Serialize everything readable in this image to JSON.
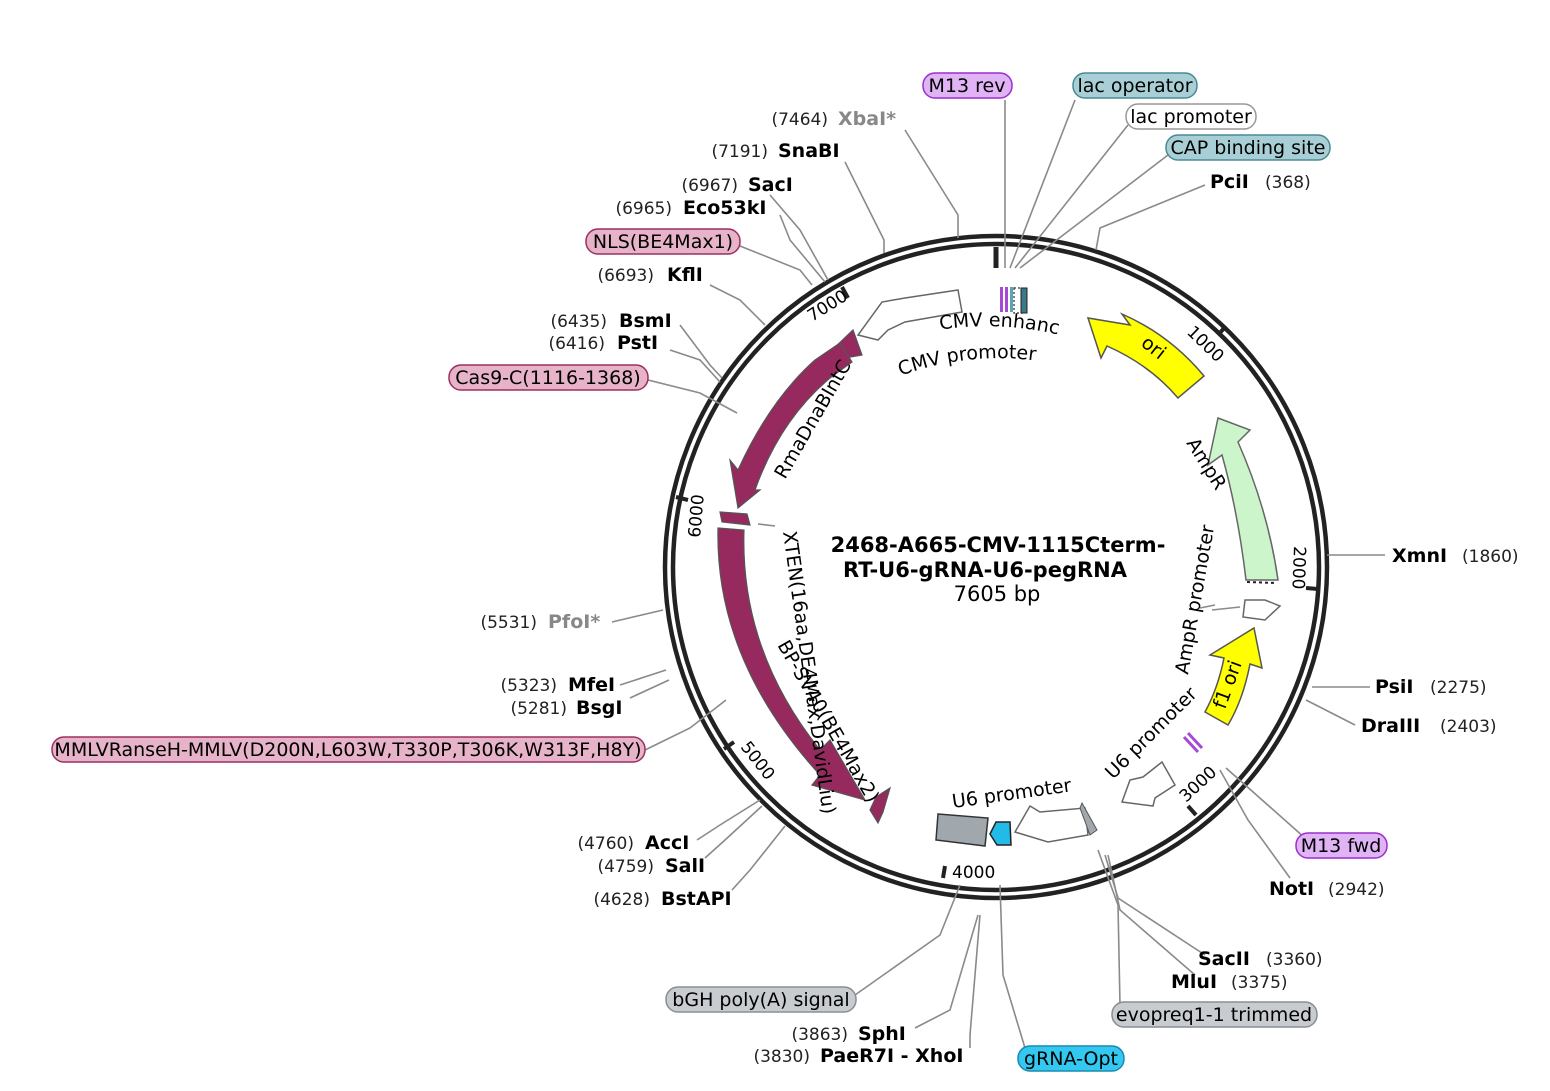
{
  "plasmid": {
    "name_line1": "2468-A665-CMV-1115Cterm-",
    "name_line2": "RT-U6-gRNA-U6-pegRNA",
    "length_label": "7605 bp",
    "length": 7605
  },
  "ticks": [
    "1000",
    "2000",
    "3000",
    "4000",
    "5000",
    "6000",
    "7000"
  ],
  "sites": [
    {
      "name": "XbaI*",
      "pos": "(7464)",
      "dim": true
    },
    {
      "name": "SnaBI",
      "pos": "(7191)"
    },
    {
      "name": "SacI",
      "pos": "(6967)"
    },
    {
      "name": "Eco53kI",
      "pos": "(6965)"
    },
    {
      "name": "KflI",
      "pos": "(6693)"
    },
    {
      "name": "BsmI",
      "pos": "(6435)"
    },
    {
      "name": "PstI",
      "pos": "(6416)"
    },
    {
      "name": "PfoI*",
      "pos": "(5531)",
      "dim": true
    },
    {
      "name": "MfeI",
      "pos": "(5323)"
    },
    {
      "name": "BsgI",
      "pos": "(5281)"
    },
    {
      "name": "AccI",
      "pos": "(4760)"
    },
    {
      "name": "SalI",
      "pos": "(4759)"
    },
    {
      "name": "BstAPI",
      "pos": "(4628)"
    },
    {
      "name": "SphI",
      "pos": "(3863)"
    },
    {
      "name": "PaeR7I - XhoI",
      "pos": "(3830)"
    },
    {
      "name": "PciI",
      "pos": "(368)"
    },
    {
      "name": "XmnI",
      "pos": "(1860)"
    },
    {
      "name": "PsiI",
      "pos": "(2275)"
    },
    {
      "name": "DraIII",
      "pos": "(2403)"
    },
    {
      "name": "NotI",
      "pos": "(2942)"
    },
    {
      "name": "SacII",
      "pos": "(3360)"
    },
    {
      "name": "MluI",
      "pos": "(3375)"
    }
  ],
  "badges": [
    {
      "label": "M13 rev",
      "color": "#e0b3f5",
      "border": "#9b2fd1"
    },
    {
      "label": "lac operator",
      "color": "#a9cfd6",
      "border": "#4a8a96"
    },
    {
      "label": "lac promoter",
      "color": "#ffffff",
      "border": "#999999"
    },
    {
      "label": "CAP binding site",
      "color": "#a9cfd6",
      "border": "#4a8a96"
    },
    {
      "label": "NLS(BE4Max1)",
      "color": "#e6b3c8",
      "border": "#9b3060"
    },
    {
      "label": "Cas9-C(1116-1368)",
      "color": "#e6b3c8",
      "border": "#9b3060"
    },
    {
      "label": "MMLVRanseH-MMLV(D200N,L603W,T330P,T306K,W313F,H8Y)",
      "color": "#e6b3c8",
      "border": "#9b3060"
    },
    {
      "label": "M13 fwd",
      "color": "#e0b3f5",
      "border": "#9b2fd1"
    },
    {
      "label": "bGH poly(A) signal",
      "color": "#c8cbcf",
      "border": "#8a8e93"
    },
    {
      "label": "evopreq1-1 trimmed",
      "color": "#c8cbcf",
      "border": "#8a8e93"
    },
    {
      "label": "gRNA-Opt",
      "color": "#33c8f0",
      "border": "#1a8ab0"
    }
  ],
  "features": [
    "CMV enhancer",
    "CMV promoter",
    "ori",
    "AmpR",
    "AmpR promoter",
    "f1 ori",
    "U6 promoter",
    "U6 promoter",
    "RmaDnaBIntC",
    "XTEN(16aa,DE4Max,DavidLiu)",
    "BP-SV40(BE4Max2)"
  ],
  "colors": {
    "backbone": "#222222",
    "fusion": "#962a5e",
    "ori": "#ffff00",
    "ampr": "#ccf5cc",
    "grey_feature": "#a0a8ae",
    "grna": "#22bbe8",
    "leader_line": "#8a8a8a"
  }
}
